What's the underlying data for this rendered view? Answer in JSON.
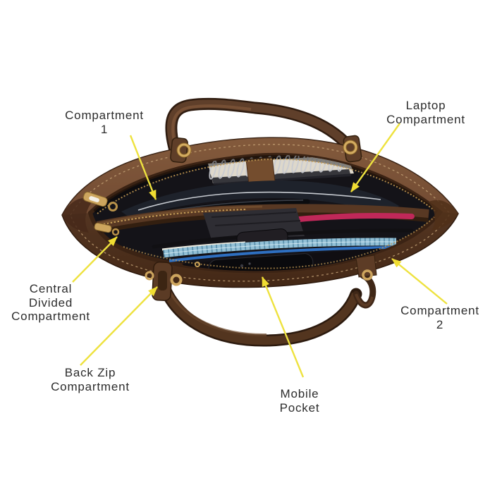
{
  "figure": {
    "subject": "Top view of an open brown leather tote handbag with six labeled compartments",
    "background": "#ffffff"
  },
  "annotations": [
    {
      "id": "compartment-1",
      "label": "Compartment\n1"
    },
    {
      "id": "laptop-compartment",
      "label": "Laptop\nCompartment"
    },
    {
      "id": "central-divided-compartment",
      "label": "Central\nDivided\nCompartment"
    },
    {
      "id": "compartment-2",
      "label": "Compartment\n2"
    },
    {
      "id": "back-zip-compartment",
      "label": "Back Zip\nCompartment"
    },
    {
      "id": "mobile-pocket",
      "label": "Mobile\nPocket"
    }
  ],
  "colors": {
    "background": "#ffffff",
    "label_text": "#2c2c2c",
    "arrow": "#eee23f",
    "leather_light": "#8a6143",
    "leather_mid": "#6b4730",
    "leather_dark": "#3a2315",
    "hardware_gold": "#cda55e",
    "interior_lining": "#141318",
    "notebook_paper": "#ded8cb",
    "pink_item": "#c02859",
    "blue_grid_item": "#93c0d6",
    "blue_edge": "#2e6fc0",
    "phone_black": "#0a0a0d"
  }
}
